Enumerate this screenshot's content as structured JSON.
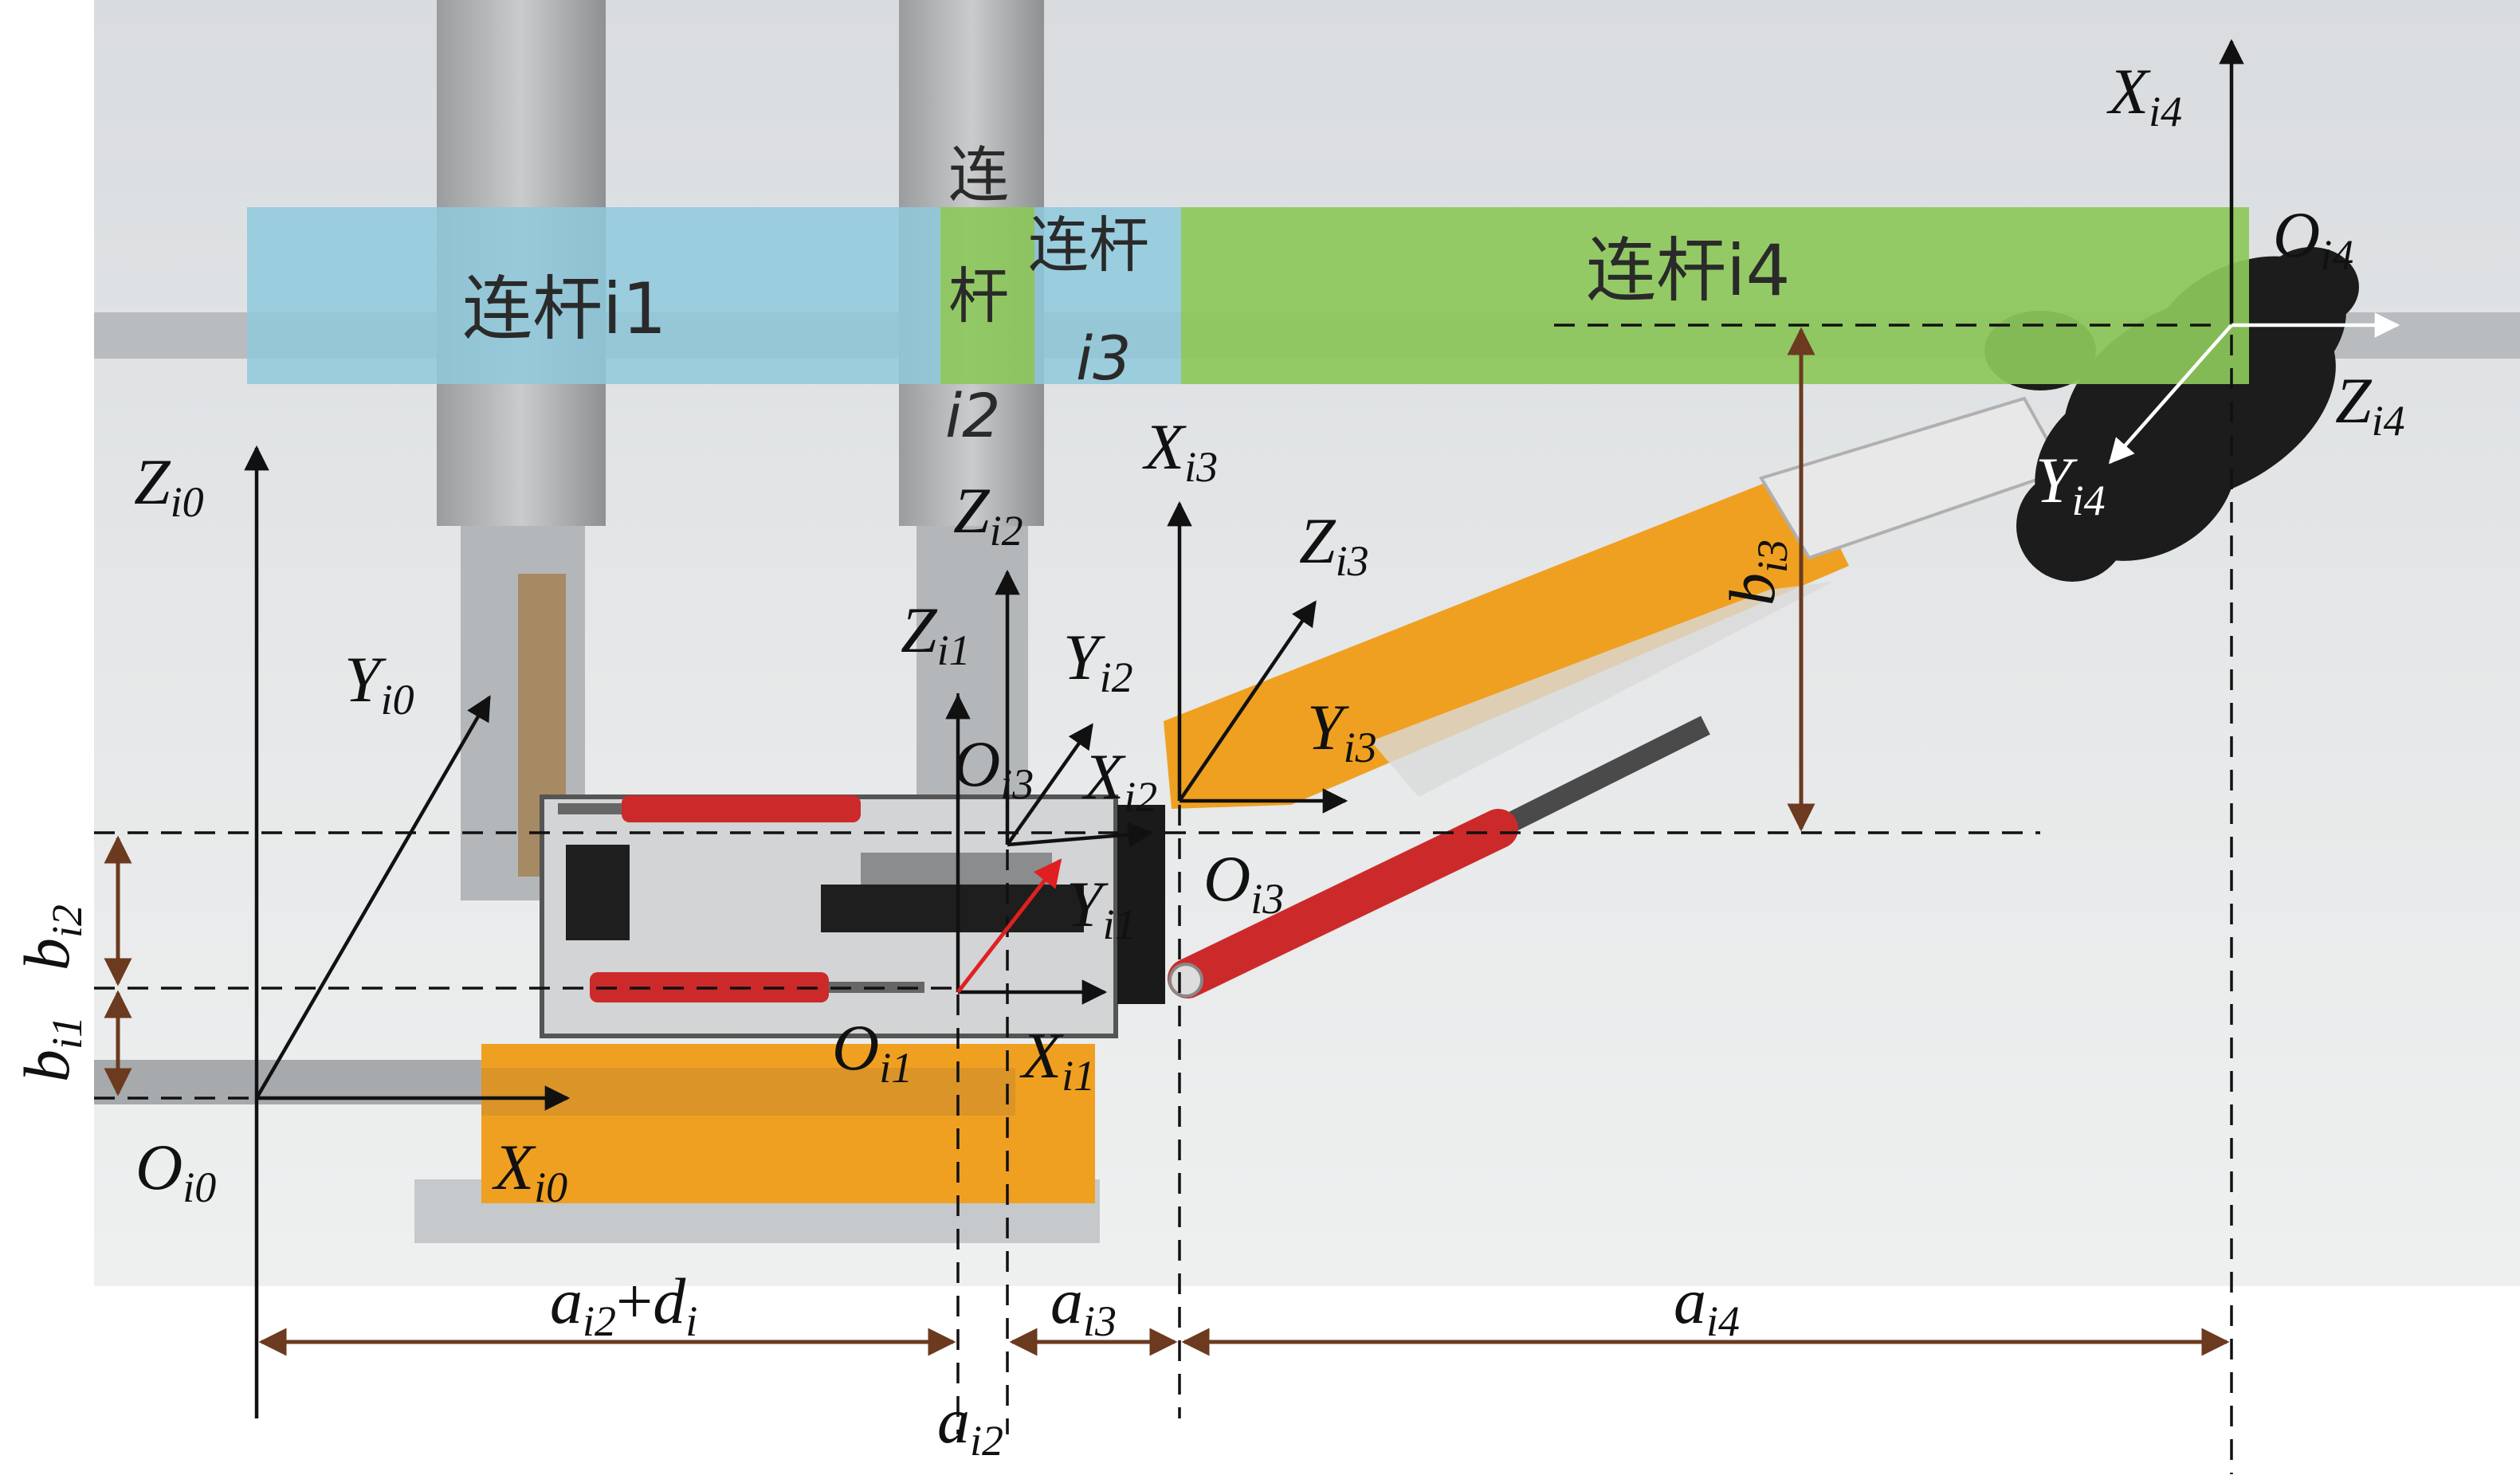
{
  "links": {
    "i1": "连杆i1",
    "i2_l1": "连",
    "i2_l2": "杆",
    "i2_l3": "i2",
    "i3_l1": "连杆",
    "i3_l2": "i3",
    "i4": "连杆i4"
  },
  "axes": {
    "Z_i0": {
      "main": "Z",
      "sub": "i0"
    },
    "Y_i0": {
      "main": "Y",
      "sub": "i0"
    },
    "X_i0": {
      "main": "X",
      "sub": "i0"
    },
    "O_i0": {
      "main": "O",
      "sub": "i0"
    },
    "Z_i1": {
      "main": "Z",
      "sub": "i1"
    },
    "X_i1": {
      "main": "X",
      "sub": "i1"
    },
    "Y_i1": {
      "main": "Y",
      "sub": "i1"
    },
    "O_i1": {
      "main": "O",
      "sub": "i1"
    },
    "Z_i2": {
      "main": "Z",
      "sub": "i2"
    },
    "Y_i2": {
      "main": "Y",
      "sub": "i2"
    },
    "X_i2": {
      "main": "X",
      "sub": "i2"
    },
    "O_i2": {
      "main": "O",
      "sub": "i3"
    },
    "X_i3": {
      "main": "X",
      "sub": "i3"
    },
    "Z_i3": {
      "main": "Z",
      "sub": "i3"
    },
    "Y_i3": {
      "main": "Y",
      "sub": "i3"
    },
    "O_i3": {
      "main": "O",
      "sub": "i3"
    },
    "X_i4": {
      "main": "X",
      "sub": "i4"
    },
    "O_i4": {
      "main": "O",
      "sub": "i4"
    },
    "Z_i4": {
      "main": "Z",
      "sub": "i4"
    },
    "Y_i4": {
      "main": "Y",
      "sub": "i4"
    }
  },
  "dimensions": {
    "a_i2_plus_d": {
      "a": "a",
      "a_sub": "i2",
      "plus": "+",
      "d": "d",
      "d_sub": "i"
    },
    "a_i3": {
      "main": "a",
      "sub": "i3"
    },
    "a_i4": {
      "main": "a",
      "sub": "i4"
    },
    "a_i2": {
      "main": "a",
      "sub": "i2"
    },
    "b_i1": {
      "main": "b",
      "sub": "i1"
    },
    "b_i2": {
      "main": "b",
      "sub": "i2"
    },
    "b_i3": {
      "main": "b",
      "sub": "i3"
    }
  },
  "colors": {
    "link_blue": "#8ec9dc",
    "link_green": "#8cc85a",
    "arm_orange": "#f0a020",
    "cylinder_red": "#cc2a2a",
    "dimension_brown": "#6b3a1f",
    "cutter_dark": "#1c1c1c",
    "background_gray": "#e1e3e4"
  }
}
